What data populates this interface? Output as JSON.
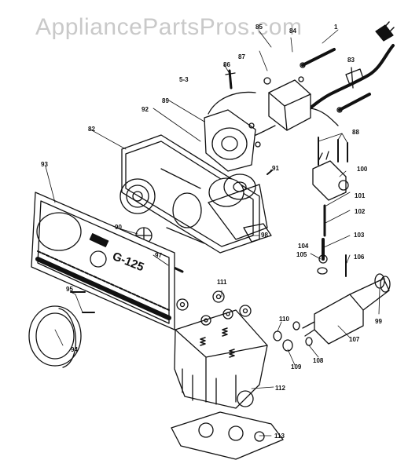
{
  "watermark": "AppliancePartsPros.com",
  "diagram_marker": "5-3",
  "panel_text": "G-125",
  "callouts": [
    {
      "id": "c1",
      "text": "1"
    },
    {
      "id": "c84",
      "text": "84"
    },
    {
      "id": "c85",
      "text": "85"
    },
    {
      "id": "c86",
      "text": "86"
    },
    {
      "id": "c87",
      "text": "87"
    },
    {
      "id": "c83",
      "text": "83"
    },
    {
      "id": "c89",
      "text": "89"
    },
    {
      "id": "c88",
      "text": "88"
    },
    {
      "id": "c82",
      "text": "82"
    },
    {
      "id": "c92",
      "text": "92"
    },
    {
      "id": "c93",
      "text": "93"
    },
    {
      "id": "c91",
      "text": "91"
    },
    {
      "id": "c90",
      "text": "90"
    },
    {
      "id": "c98",
      "text": "98"
    },
    {
      "id": "c97",
      "text": "97"
    },
    {
      "id": "c100",
      "text": "100"
    },
    {
      "id": "c101",
      "text": "101"
    },
    {
      "id": "c102",
      "text": "102"
    },
    {
      "id": "c103",
      "text": "103"
    },
    {
      "id": "c105",
      "text": "105"
    },
    {
      "id": "c104",
      "text": "104"
    },
    {
      "id": "c106",
      "text": "106"
    },
    {
      "id": "c111",
      "text": "111"
    },
    {
      "id": "c95",
      "text": "95"
    },
    {
      "id": "c94",
      "text": "94"
    },
    {
      "id": "c110",
      "text": "110"
    },
    {
      "id": "c108",
      "text": "108"
    },
    {
      "id": "c109",
      "text": "109"
    },
    {
      "id": "c107",
      "text": "107"
    },
    {
      "id": "c99",
      "text": "99"
    },
    {
      "id": "c112",
      "text": "112"
    },
    {
      "id": "c113",
      "text": "113"
    }
  ]
}
